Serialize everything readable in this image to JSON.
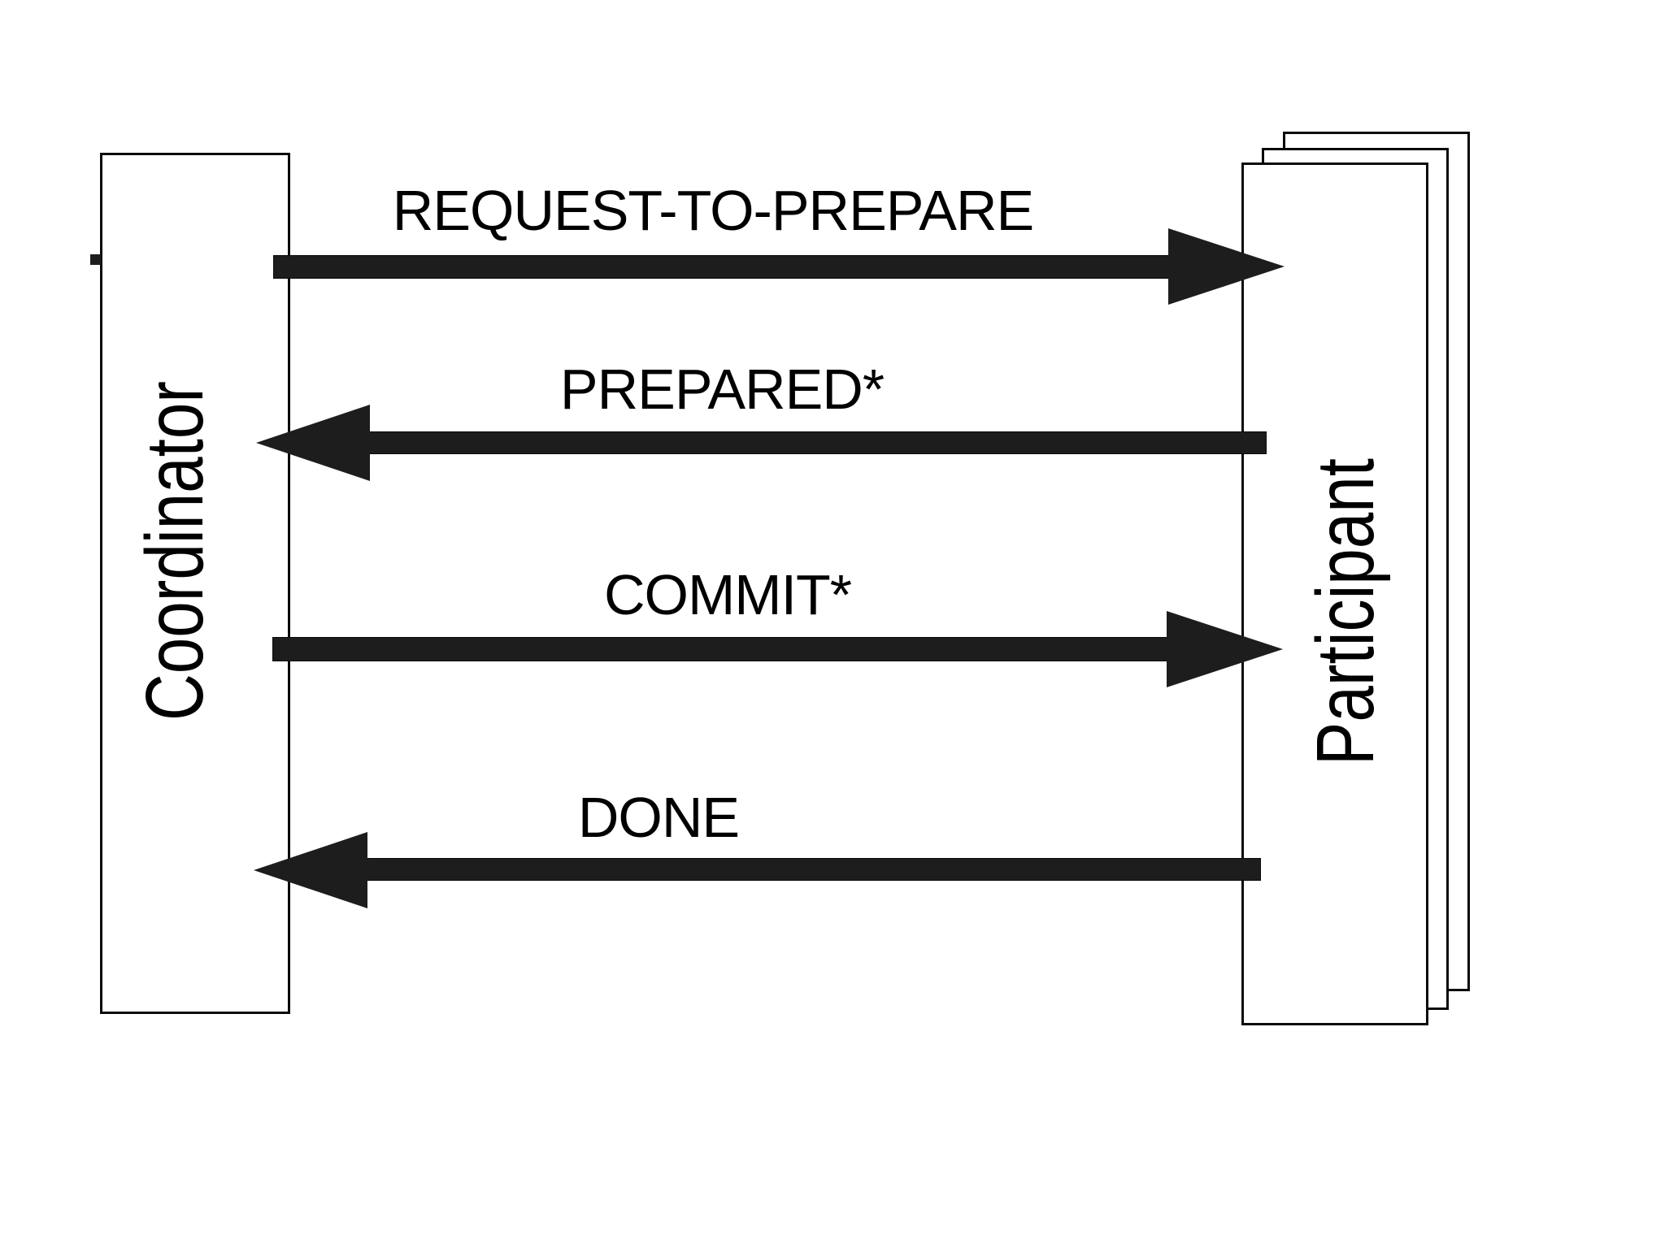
{
  "diagram": {
    "type": "message-sequence-diagram",
    "nodes": [
      {
        "id": "coordinator",
        "label": "Coordinator",
        "shape": "rectangle",
        "label_rotation": "90-ccw"
      },
      {
        "id": "participant",
        "label": "Participant",
        "shape": "stacked-rectangles",
        "stack_count": 3,
        "label_rotation": "90-ccw"
      }
    ],
    "messages": [
      {
        "label": "REQUEST-TO-PREPARE",
        "from": "coordinator",
        "to": "participant",
        "direction": "right"
      },
      {
        "label": "PREPARED*",
        "from": "participant",
        "to": "coordinator",
        "direction": "left"
      },
      {
        "label": "COMMIT*",
        "from": "coordinator",
        "to": "participant",
        "direction": "right"
      },
      {
        "label": "DONE",
        "from": "participant",
        "to": "coordinator",
        "direction": "left"
      }
    ],
    "colors": {
      "background": "#ffffff",
      "box_fill": "#ffffff",
      "box_border": "#0a0a0a",
      "arrow": "#1d1d1d",
      "text": "#000000"
    }
  }
}
